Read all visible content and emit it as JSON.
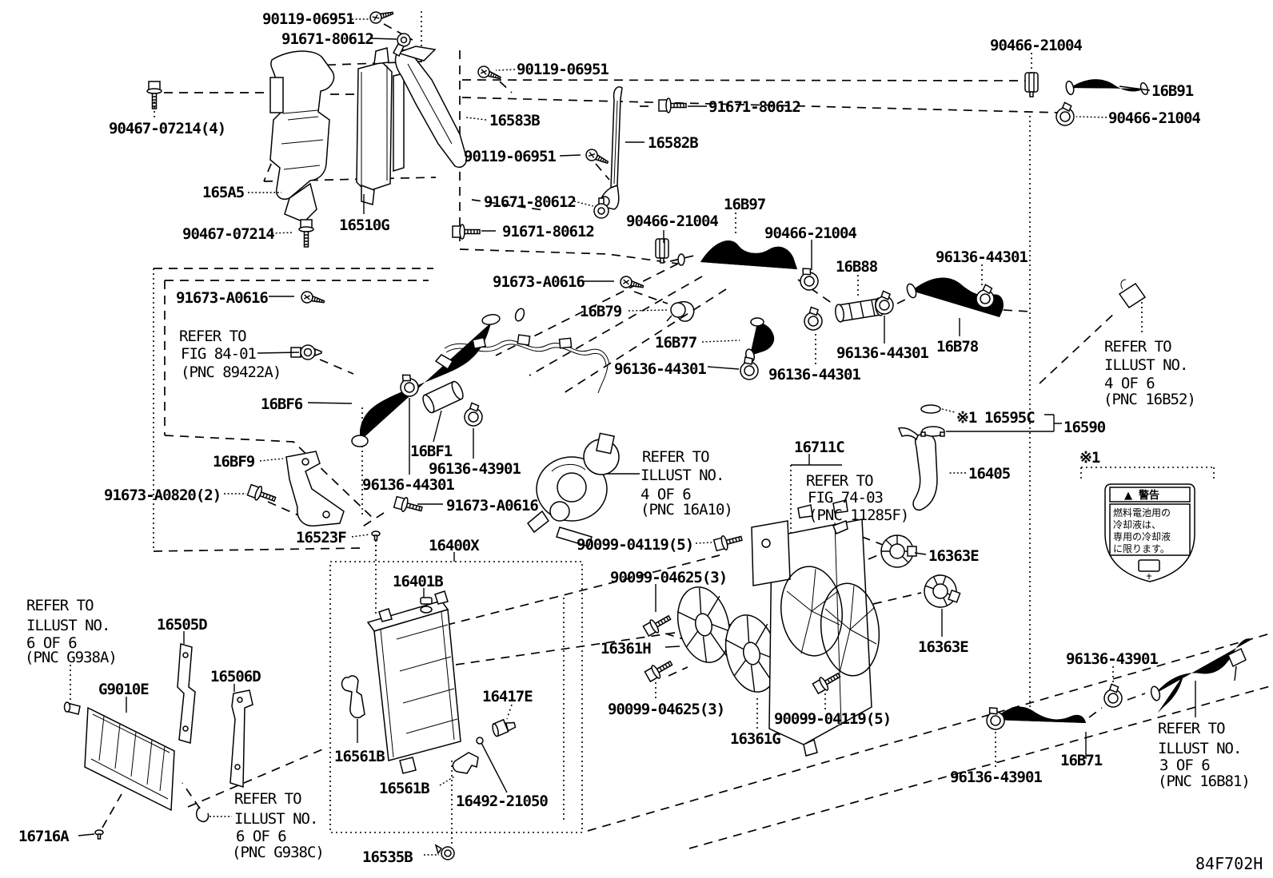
{
  "diagram": {
    "figure_code": "84F702H",
    "footnote_marker": "※1",
    "warning_label": {
      "icon": "▲",
      "header": "警告",
      "line1": "燃料電池用の",
      "line2": "冷却液は、",
      "line3": "専用の冷却液",
      "line4": "に限ります。"
    },
    "notes": {
      "fig84": {
        "l1": "REFER TO",
        "l2": "FIG 84-01",
        "l3": "(PNC 89422A)"
      },
      "fig74": {
        "l1": "REFER TO",
        "l2": "FIG 74-03",
        "l3": "(PNC 11285F)"
      },
      "il16a10": {
        "l1": "REFER TO",
        "l2": "ILLUST NO.",
        "l3": "4 OF 6",
        "l4": "(PNC 16A10)"
      },
      "il16b52": {
        "l1": "REFER TO",
        "l2": "ILLUST NO.",
        "l3": "4 OF 6",
        "l4": "(PNC 16B52)"
      },
      "il16b81": {
        "l1": "REFER TO",
        "l2": "ILLUST NO.",
        "l3": "3 OF 6",
        "l4": "(PNC 16B81)"
      },
      "ilg938a": {
        "l1": "REFER TO",
        "l2": "ILLUST NO.",
        "l3": "6 OF 6",
        "l4": "(PNC G938A)"
      },
      "ilg938c": {
        "l1": "REFER TO",
        "l2": "ILLUST NO.",
        "l3": "6 OF 6",
        "l4": "(PNC G938C)"
      }
    },
    "parts": {
      "a90119_1": "90119-06951",
      "a91671_1": "91671-80612",
      "a90467_4": "90467-07214(4)",
      "a165a5": "165A5",
      "a16510g": "16510G",
      "a90467": "90467-07214",
      "a16583b": "16583B",
      "a90119_2": "90119-06951",
      "a91671_2": "91671-80612",
      "a16582b": "16582B",
      "a90119_3": "90119-06951",
      "a91671_3": "91671-80612",
      "a91671_4": "91671-80612",
      "a90466_1": "90466-21004",
      "a16b97": "16B97",
      "a90466_2": "90466-21004",
      "a16b88": "16B88",
      "a96136_44301_1": "96136-44301",
      "a90466_3": "90466-21004",
      "a16b91": "16B91",
      "a90466_4": "90466-21004",
      "a91673_0616_1": "91673-A0616",
      "a91673_0616_2": "91673-A0616",
      "a91673_0616_3": "91673-A0616",
      "a16bf6": "16BF6",
      "a16bf9": "16BF9",
      "a91673_0820": "91673-A0820(2)",
      "a16523f": "16523F",
      "a96136_44301_2": "96136-44301",
      "a16bf1": "16BF1",
      "a96136_43901_1": "96136-43901",
      "a16b79": "16B79",
      "a16b77": "16B77",
      "a96136_44301_3": "96136-44301",
      "a96136_44301_4": "96136-44301",
      "a96136_44301_5": "96136-44301",
      "a16b78": "16B78",
      "a16400x": "16400X",
      "a90099_04119_1": "90099-04119(5)",
      "a16711c": "16711C",
      "a16595c": "16595C",
      "a16590": "16590",
      "a16405": "16405",
      "a16363e_1": "16363E",
      "a16363e_2": "16363E",
      "a90099_04625_1": "90099-04625(3)",
      "a16361h": "16361H",
      "a90099_04625_2": "90099-04625(3)",
      "a16361g": "16361G",
      "a90099_04119_2": "90099-04119(5)",
      "a96136_43901_2": "96136-43901",
      "a16b71": "16B71",
      "a96136_43901_3": "96136-43901",
      "a16505d": "16505D",
      "a16506d": "16506D",
      "ag9010e": "G9010E",
      "a16716a": "16716A",
      "a16401b": "16401B",
      "a16417e": "16417E",
      "a16561b_1": "16561B",
      "a16561b_2": "16561B",
      "a16492": "16492-21050",
      "a16535b": "16535B"
    }
  }
}
